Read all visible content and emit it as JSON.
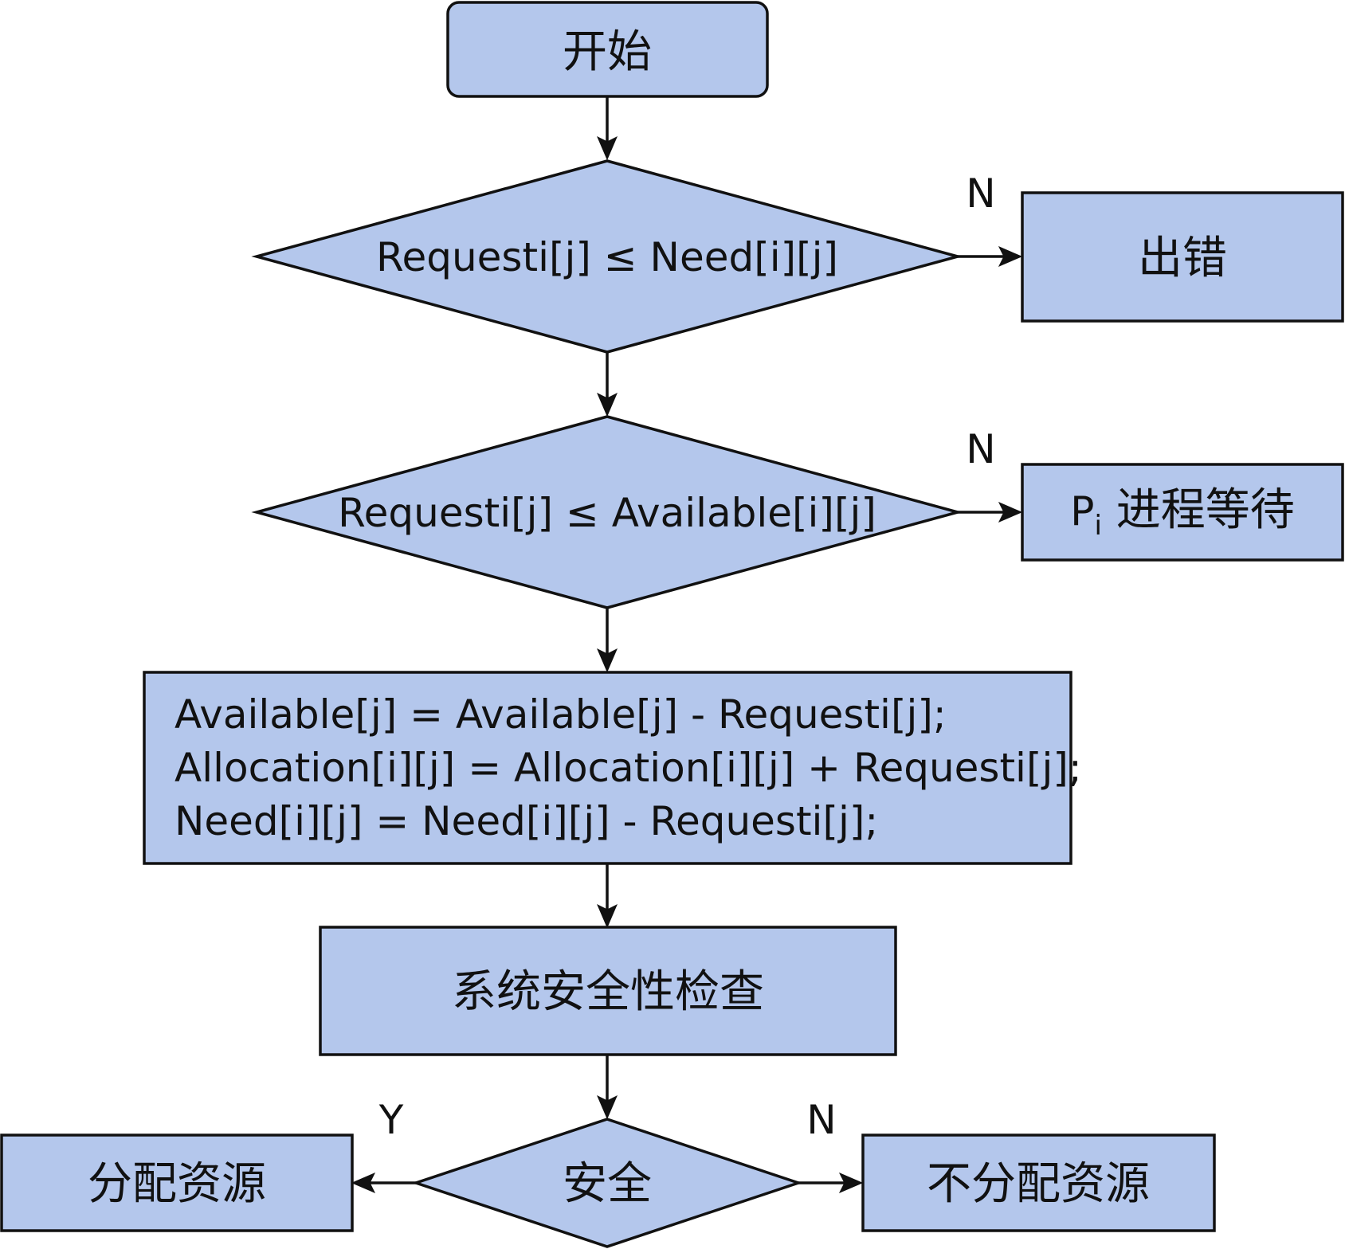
{
  "nodes": {
    "start": "开始",
    "check_need": "Requesti[j] ≤ Need[i][j]",
    "error": "出错",
    "check_available": "Requesti[j] ≤ Available[i][j]",
    "wait_prefix": "P",
    "wait_sub": "i",
    "wait_text": " 进程等待",
    "update_line1": "Available[j] = Available[j] - Requesti[j];",
    "update_line2": "Allocation[i][j] = Allocation[i][j] + Requesti[j];",
    "update_line3": "Need[i][j] = Need[i][j] - Requesti[j];",
    "safety_check": "系统安全性检查",
    "safe": "安全",
    "allocate": "分配资源",
    "no_allocate": "不分配资源"
  },
  "edges": {
    "need_no": "N",
    "available_no": "N",
    "safe_yes": "Y",
    "safe_no": "N"
  },
  "colors": {
    "fill": "#b4c7ec",
    "stroke": "#111111"
  }
}
